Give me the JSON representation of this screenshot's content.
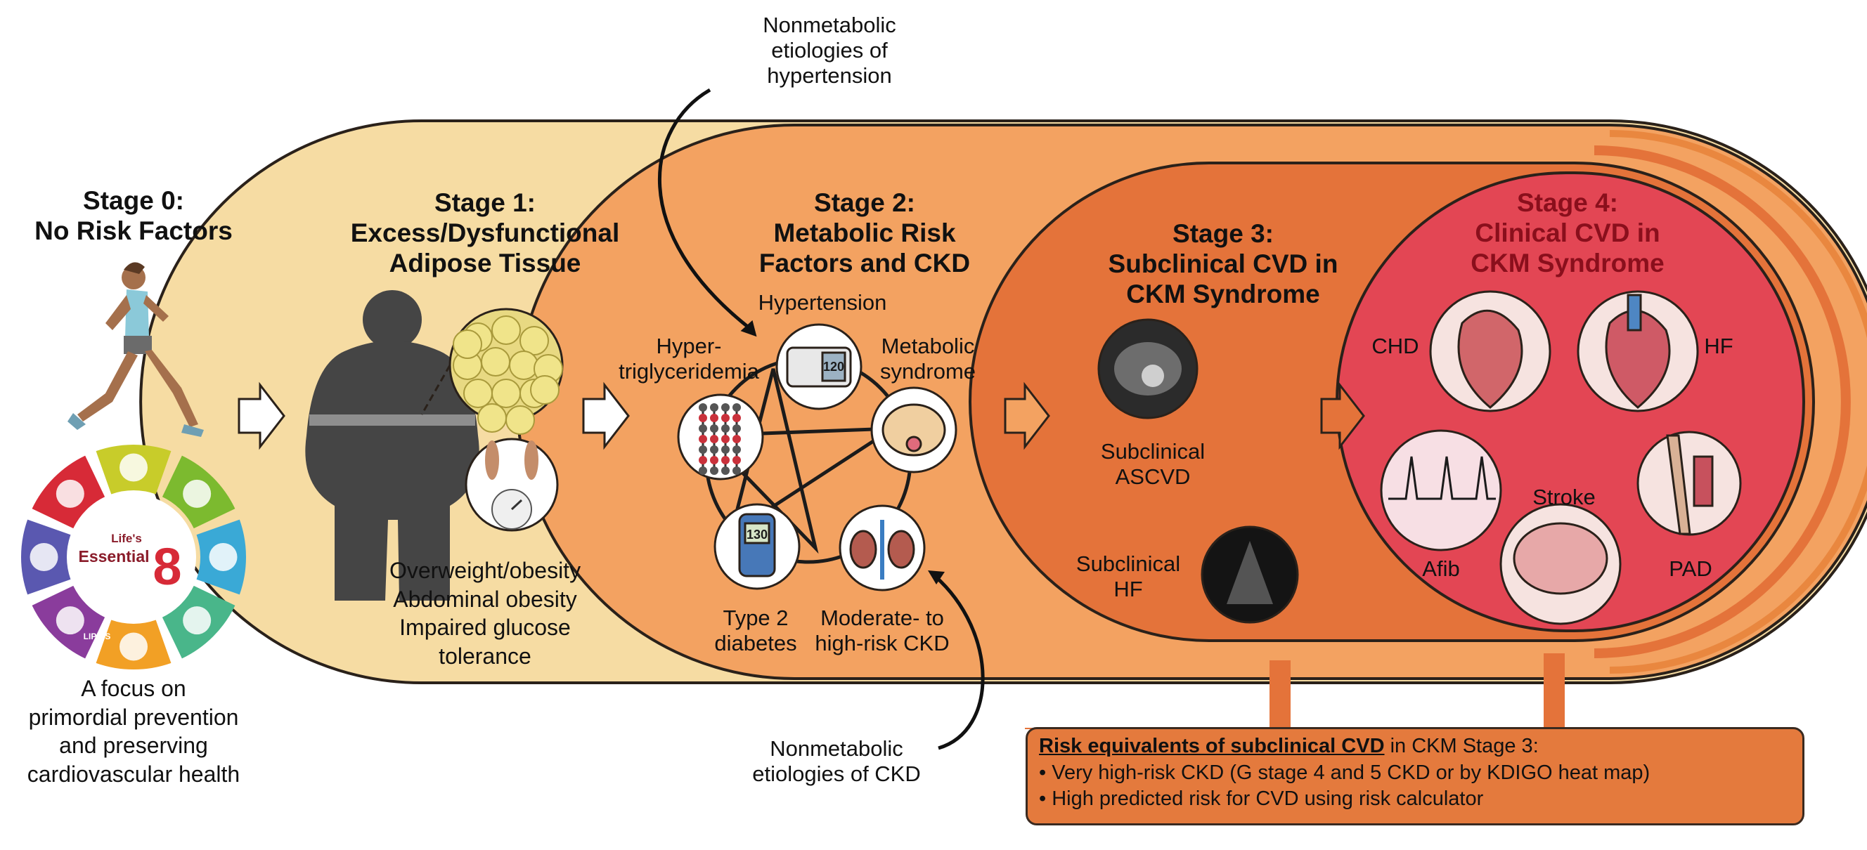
{
  "top_note": [
    "Nonmetabolic",
    "etiologies of",
    "hypertension"
  ],
  "bottom_note": [
    "Nonmetabolic",
    "etiologies of CKD"
  ],
  "stage0": {
    "title": [
      "Stage 0:",
      "No Risk Factors"
    ],
    "focus": [
      "A focus on",
      "primordial prevention",
      "and preserving",
      "cardiovascular health"
    ],
    "le8_text": [
      "Life's",
      "Essential"
    ],
    "le8_number": "8",
    "le8_lipids": "LIPIDS",
    "wheel_colors": [
      "#c8cc2a",
      "#7cba2f",
      "#3aa9d6",
      "#49b68a",
      "#f2a025",
      "#8a3c9c",
      "#5a58b0",
      "#d72a37"
    ]
  },
  "stage1": {
    "title": [
      "Stage 1:",
      "Excess/Dysfunctional",
      "Adipose Tissue"
    ],
    "conditions": [
      "Overweight/obesity",
      "Abdominal obesity",
      "Impaired glucose",
      "tolerance"
    ]
  },
  "stage2": {
    "title": [
      "Stage 2:",
      "Metabolic Risk",
      "Factors and CKD"
    ],
    "hypertension": "Hypertension",
    "metabolic": [
      "Metabolic",
      "syndrome"
    ],
    "hypertg": [
      "Hyper-",
      "triglyceridemia"
    ],
    "diabetes": [
      "Type 2",
      "diabetes"
    ],
    "ckd": [
      "Moderate- to",
      "high-risk CKD"
    ],
    "bp_reading": "120",
    "glucose_reading": "130"
  },
  "stage3": {
    "title": [
      "Stage 3:",
      "Subclinical CVD in",
      "CKM Syndrome"
    ],
    "ascvd": [
      "Subclinical",
      "ASCVD"
    ],
    "hf": [
      "Subclinical",
      "HF"
    ]
  },
  "stage4": {
    "title": [
      "Stage 4:",
      "Clinical CVD in",
      "CKM Syndrome"
    ],
    "chd": "CHD",
    "hf": "HF",
    "afib": "Afib",
    "stroke": "Stroke",
    "pad": "PAD"
  },
  "risk_box": {
    "heading": "Risk equivalents of subclinical CVD",
    "heading_suffix": " in CKM Stage 3:",
    "bullets": [
      "• Very high-risk CKD (G stage 4 and 5 CKD or by KDIGO heat map)",
      "• High predicted risk for CVD using risk calculator"
    ]
  },
  "colors": {
    "stage1": "#f6dca3",
    "stage2": "#f3a261",
    "stage3": "#e4733a",
    "stage4": "#e34654",
    "outline": "#2a211a"
  }
}
